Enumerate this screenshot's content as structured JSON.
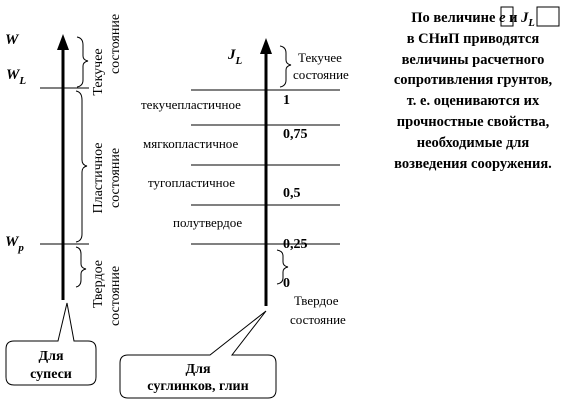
{
  "left_scale": {
    "labels": {
      "w": "W",
      "wl": "W",
      "wl_sub": "L",
      "wp": "W",
      "wp_sub": "p"
    },
    "states": {
      "fluid": "Текучее состояние",
      "plastic": "Пластичное состояние",
      "solid": "Твердое состояние"
    },
    "callout": {
      "line1": "Для",
      "line2": "супеси"
    }
  },
  "right_scale": {
    "axis_label": "J",
    "axis_sub": "L",
    "top_state_line1": "Текучее",
    "top_state_line2": "состояние",
    "bottom_state_line1": "Твердое",
    "bottom_state_line2": "состояние",
    "ticks": [
      "1",
      "0,75",
      "0,5",
      "0,25",
      "0"
    ],
    "consistencies": [
      "текучепластичное",
      "мягкопластичное",
      "тугопластичное",
      "полутвердое"
    ],
    "callout": {
      "line1": "Для",
      "line2": "суглинков, глин"
    }
  },
  "note": {
    "prefix": "По величине",
    "symbol_e": "e",
    "conj": "и",
    "symbol_j": "J",
    "symbol_j_sub": "L",
    "lines": [
      "в СНиП приводятся",
      "величины расчетного",
      "сопротивления грунтов,",
      "т. е. оцениваются их",
      "прочностные свойства,",
      "необходимые для",
      "возведения сооружения."
    ]
  }
}
